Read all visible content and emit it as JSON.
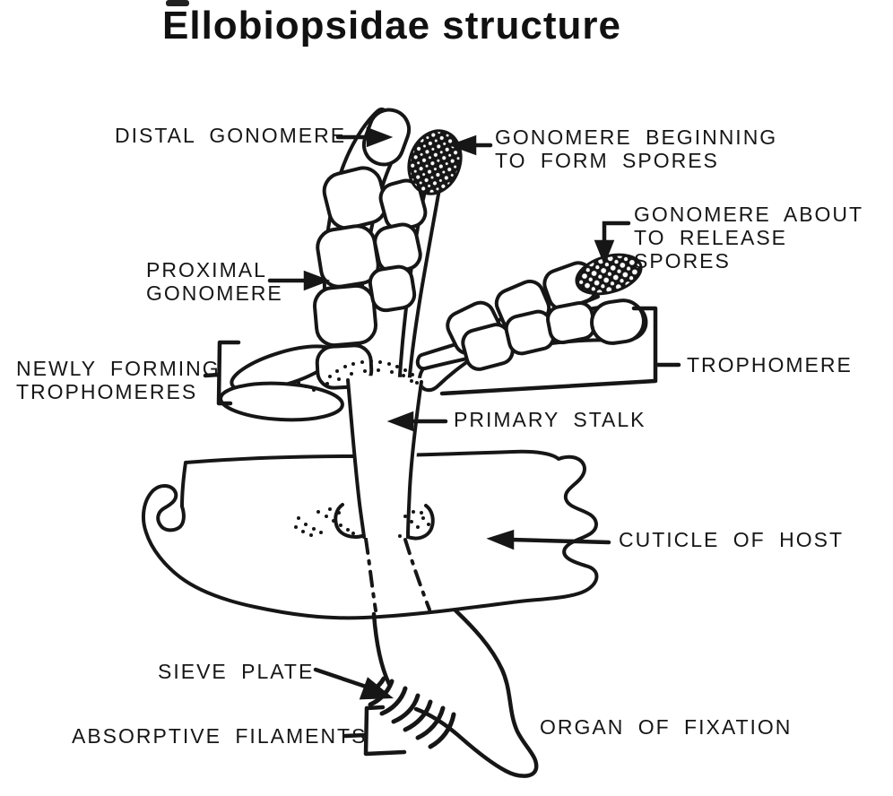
{
  "title": "Ellobiopsidae structure",
  "colors": {
    "ink": "#161616",
    "background": "#ffffff"
  },
  "diagram": {
    "labels": {
      "distal_gonomere": "DISTAL GONOMERE",
      "gonomere_beginning": "GONOMERE BEGINNING\nTO FORM SPORES",
      "gonomere_release": "GONOMERE ABOUT\nTO RELEASE SPORES",
      "proximal_gonomere": "PROXIMAL\nGONOMERE",
      "newly_forming_trophomeres": "NEWLY FORMING\nTROPHOMERES",
      "trophomere": "TROPHOMERE",
      "primary_stalk": "PRIMARY STALK",
      "cuticle_of_host": "CUTICLE OF HOST",
      "sieve_plate": "SIEVE PLATE",
      "absorptive_filaments": "ABSORPTIVE FILAMENTS",
      "organ_of_fixation": "ORGAN OF FIXATION"
    }
  }
}
